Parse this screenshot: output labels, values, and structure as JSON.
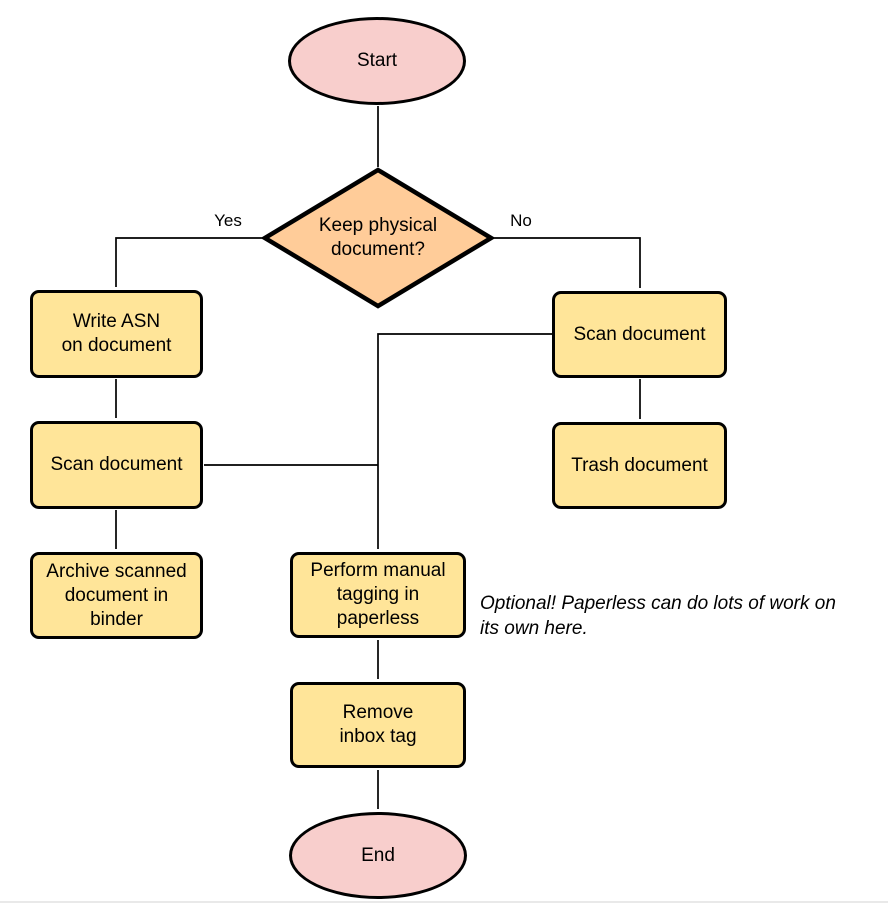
{
  "colors": {
    "terminator_fill": "#f8cecc",
    "decision_fill": "#ffcc99",
    "process_fill": "#ffe599",
    "stroke": "#000000"
  },
  "nodes": {
    "start": {
      "label": "Start",
      "type": "terminator"
    },
    "decision": {
      "label": "Keep physical\ndocument?",
      "type": "decision"
    },
    "write_asn": {
      "label": "Write ASN\non document",
      "type": "process"
    },
    "scan_left": {
      "label": "Scan document",
      "type": "process"
    },
    "archive": {
      "label": "Archive scanned\ndocument in\nbinder",
      "type": "process"
    },
    "scan_right": {
      "label": "Scan document",
      "type": "process"
    },
    "trash": {
      "label": "Trash document",
      "type": "process"
    },
    "tagging": {
      "label": "Perform manual\ntagging in\npaperless",
      "type": "process"
    },
    "remove_inbox": {
      "label": "Remove\ninbox tag",
      "type": "process"
    },
    "end": {
      "label": "End",
      "type": "terminator"
    }
  },
  "edge_labels": {
    "yes": "Yes",
    "no": "No"
  },
  "note": "Optional! Paperless can do lots of work on\nits own here."
}
